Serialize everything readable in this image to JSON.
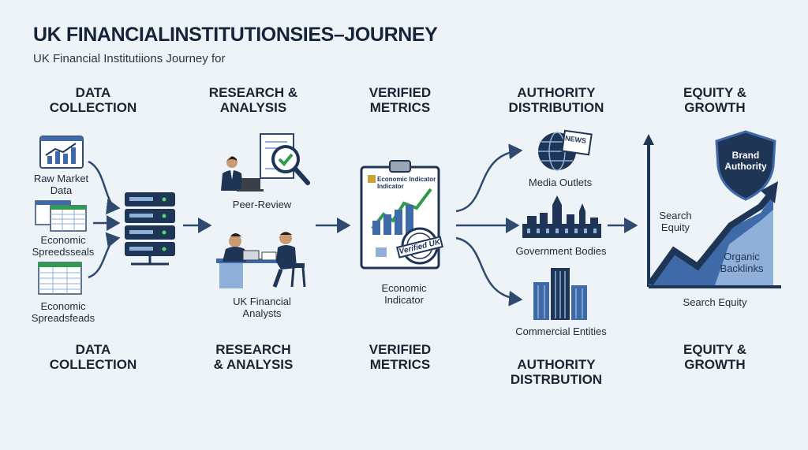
{
  "header": {
    "title": "UK FINANCIALINSTITUTIONSIES–JOURNEY",
    "subtitle": "UK Financial Institutiions Journey for"
  },
  "stages_top": [
    {
      "line1": "DATA",
      "line2": "COLLECTION"
    },
    {
      "line1": "RESEARCH &",
      "line2": "ANALYSIS"
    },
    {
      "line1": "VERIFIED",
      "line2": "METRICS"
    },
    {
      "line1": "AUTHORITY",
      "line2": "DISTRIBUTION"
    },
    {
      "line1": "EQUITY &",
      "line2": "GROWTH"
    }
  ],
  "stages_bottom": [
    {
      "line1": "DATA",
      "line2": "COLLECTION"
    },
    {
      "line1": "RESEARCH",
      "line2": "& ANALYSIS"
    },
    {
      "line1": "VERIFIED",
      "line2": "METRICS"
    },
    {
      "line1": "AUTHORITY",
      "line2": "DISTRBUTION"
    },
    {
      "line1": "EQUITY &",
      "line2": "GROWTH"
    }
  ],
  "collection": {
    "raw_market_l1": "Raw Market",
    "raw_market_l2": "Data",
    "spreadsheets_a_l1": "Economic",
    "spreadsheets_a_l2": "Spreedsseals",
    "spreadsheets_b_l1": "Economic",
    "spreadsheets_b_l2": "Spreadsfeads"
  },
  "research": {
    "peer_review": "Peer-Review",
    "analysts_l1": "UK Financial",
    "analysts_l2": "Analysts"
  },
  "metrics": {
    "doc_title_l1": "Economic Indicator",
    "doc_title_l2": "Indicator",
    "stamp": "Verified UK",
    "label_l1": "Economic",
    "label_l2": "Indicator"
  },
  "distribution": {
    "media": "Media Outlets",
    "news_badge": "NEWS",
    "government": "Government Bodies",
    "commercial": "Commercial Entities"
  },
  "growth": {
    "shield_l1": "Brand",
    "shield_l2": "Authority",
    "search_equity_l1": "Search",
    "search_equity_l2": "Equity",
    "organic_l1": "Organic",
    "organic_l2": "Backlinks",
    "caption": "Search Equity"
  },
  "colors": {
    "navy": "#1f3556",
    "blue": "#3f6aa8",
    "light_blue": "#8fb0d8",
    "arrow": "#2f4a6e",
    "green": "#2e9b4e"
  }
}
